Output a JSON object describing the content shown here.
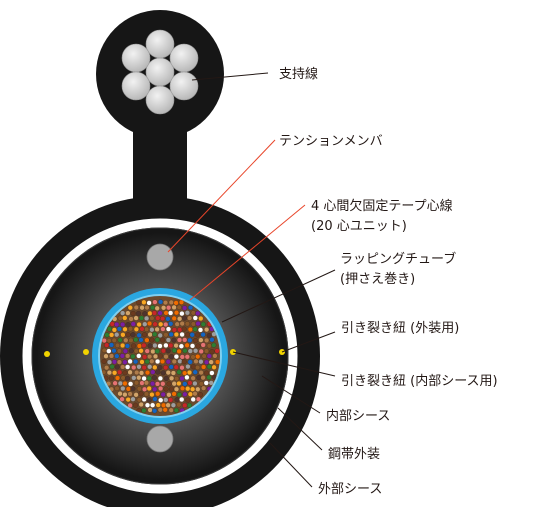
{
  "labels": {
    "messenger_wire": "支持線",
    "tension_member": "テンションメンバ",
    "fiber_unit_line1": "4 心間欠固定テープ心線",
    "fiber_unit_line2": "(20 心ユニット)",
    "wrapping_tube_line1": "ラッピングチューブ",
    "wrapping_tube_line2": "(押さえ巻き)",
    "rip_cord_outer": "引き裂き紐 (外装用)",
    "rip_cord_inner": "引き裂き紐 (内部シース用)",
    "inner_sheath": "内部シース",
    "steel_tape_armor": "鋼帯外装",
    "outer_sheath": "外部シース"
  },
  "colors": {
    "sheath_black": "#161616",
    "steel_ring": "#ffffff",
    "inner_sheath_edge": "#1e1e1e",
    "inner_sheath_center": "#6a6a6a",
    "tube_blue": "#2aa7e0",
    "tube_inner_blue": "#7fd0f0",
    "messenger_wire": "#c8c8c8",
    "tension_member": "#a8a8a8",
    "rip_cord": "#f2d400",
    "leader_line": "#e8452a",
    "fiber_palette": [
      "#8b5a2b",
      "#6b3a1f",
      "#b07c4a",
      "#d2a46a",
      "#2e7d32",
      "#c62828",
      "#1565c0",
      "#f9a825",
      "#ffffff",
      "#7b1fa2",
      "#e57373",
      "#9e9e9e",
      "#4e342e",
      "#ef6c00"
    ]
  }
}
